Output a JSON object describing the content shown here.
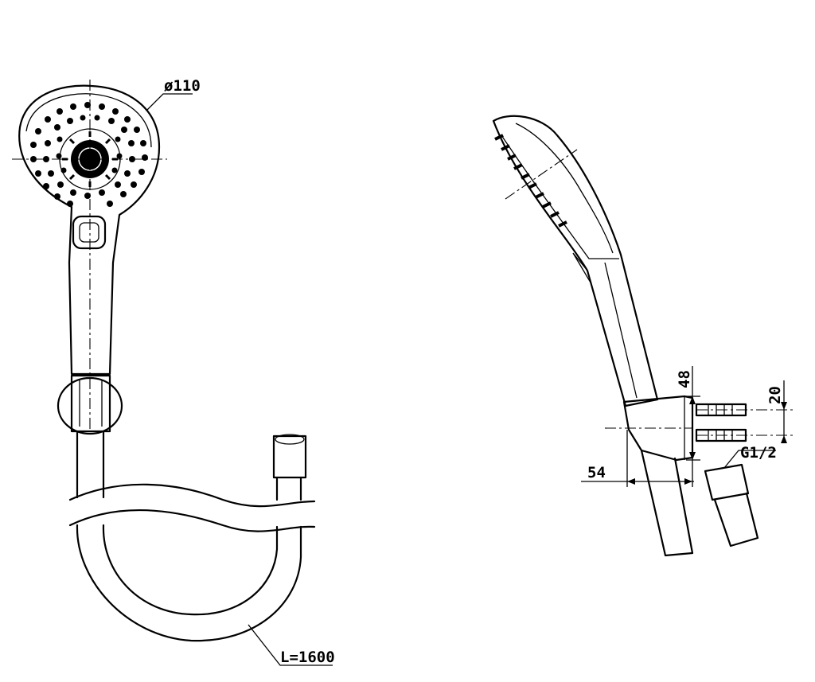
{
  "dimensions": {
    "head_diameter": "ø110",
    "hose_length": "L=1600",
    "holder_height": "48",
    "inlet_spacing": "20",
    "holder_depth": "54",
    "thread": "G1/2"
  }
}
